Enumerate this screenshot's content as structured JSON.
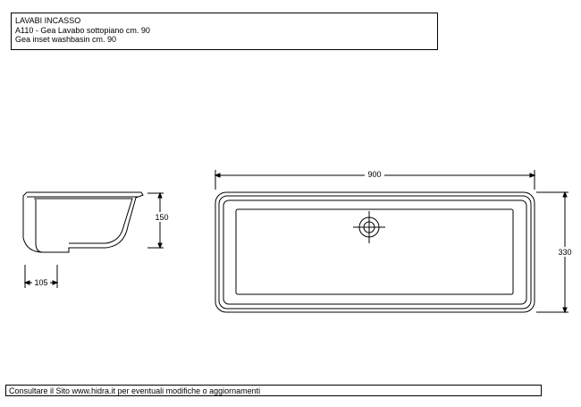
{
  "header": {
    "category": "LAVABI INCASSO",
    "model_it": "A110 - Gea Lavabo sottopiano cm. 90",
    "model_en": "Gea inset washbasin cm. 90"
  },
  "dimensions": {
    "width": "900",
    "depth": "330",
    "height": "150",
    "drain_offset": "105"
  },
  "footer": {
    "note": "Consultare il Sito www.hidra.it per eventuali modifiche o aggiornamenti"
  }
}
